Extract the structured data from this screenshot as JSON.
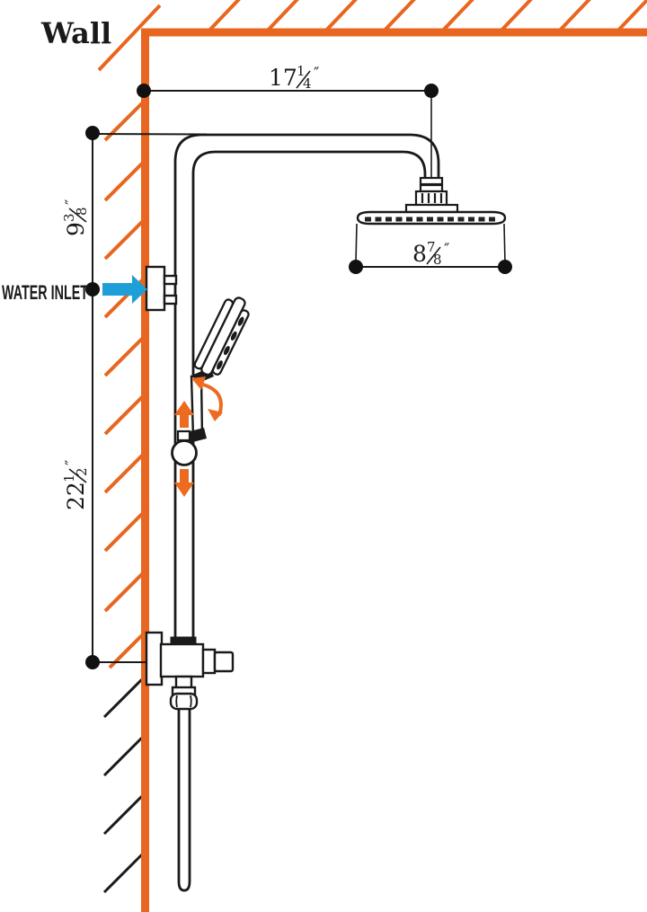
{
  "labels": {
    "wall": "Wall",
    "water_inlet": "WATER INLET"
  },
  "dimensions": {
    "top_width": {
      "whole": "17",
      "numerator": "1",
      "denominator": "4",
      "unit": "″",
      "display": "17 1/4\""
    },
    "head_diameter": {
      "whole": "8",
      "numerator": "7",
      "denominator": "8",
      "unit": "″",
      "display": "8 7/8\""
    },
    "upper_height": {
      "whole": "9",
      "numerator": "3",
      "denominator": "8",
      "unit": "″",
      "display": "9 3/8\""
    },
    "lower_height": {
      "whole": "22",
      "numerator": "1",
      "denominator": "2",
      "unit": "″",
      "display": "22 1/2\""
    }
  },
  "icons": {
    "water_inlet_arrow": "right-arrow",
    "slide_up_arrow": "up-arrow",
    "slide_down_arrow": "down-arrow",
    "rotate_arrow": "curved-double-arrow"
  },
  "colors": {
    "wall_orange": "#E8661F",
    "accent_orange": "#ED6B21",
    "inlet_blue": "#1E9FD8",
    "line_black": "#1a1a1a"
  }
}
